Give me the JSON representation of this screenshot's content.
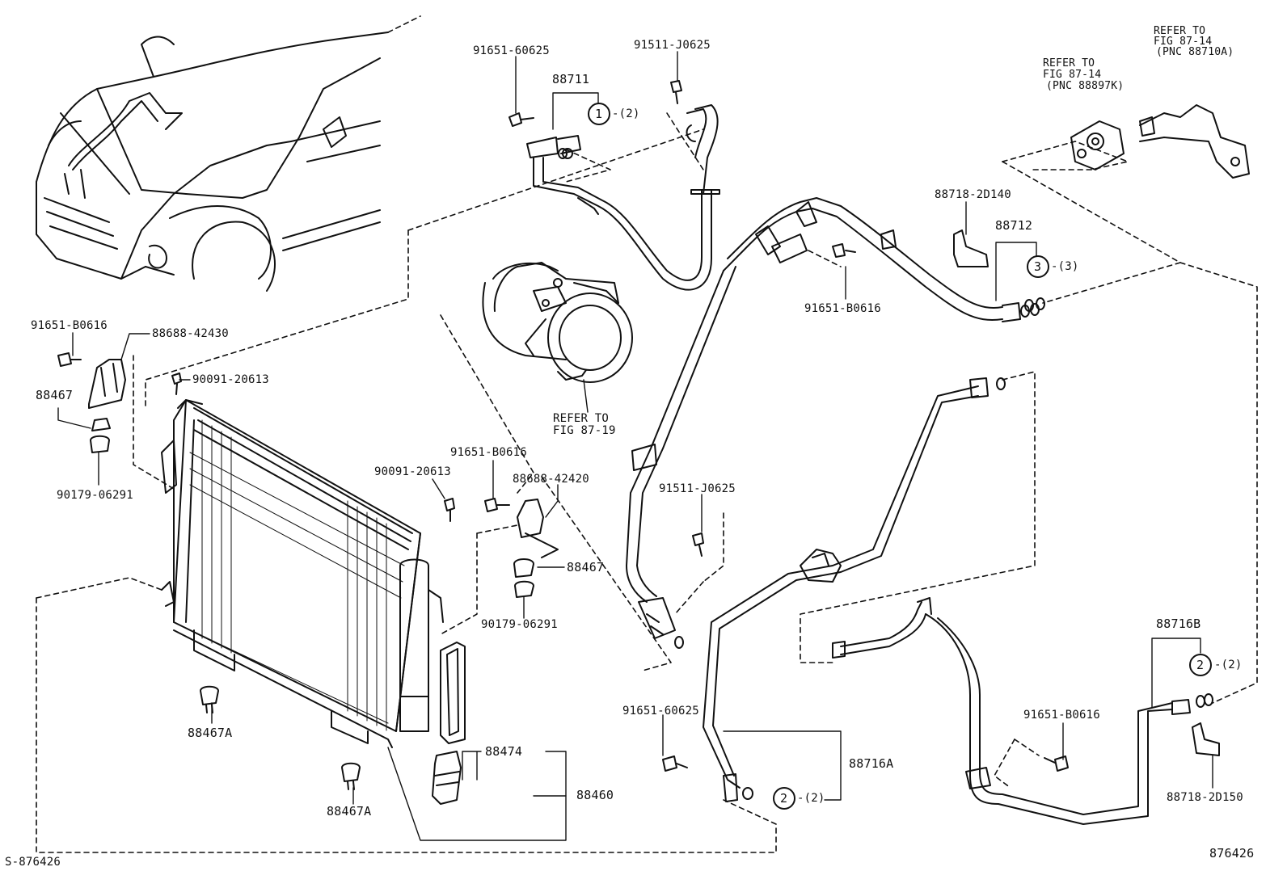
{
  "diagram": {
    "drawing_number": "876426",
    "sheet_code": "S-876426",
    "parts": {
      "p_91651_60625_top": "91651-60625",
      "p_91511_J0625_top": "91511-J0625",
      "p_88711": "88711",
      "p_88711_qty": "-(2)",
      "p_88711_circle": "1",
      "p_refer_to_top_right": "REFER TO",
      "p_fig_87_14_top_right": "FIG 87-14",
      "p_pnc_88710A": "(PNC 88710A)",
      "p_refer_to_mid_right": "REFER TO",
      "p_fig_87_14_mid_right": "FIG 87-14",
      "p_pnc_88897K": "(PNC 88897K)",
      "p_88718_2D140": "88718-2D140",
      "p_88712": "88712",
      "p_88712_circle": "3",
      "p_88712_qty": "-(3)",
      "p_91651_B0616_mid": "91651-B0616",
      "p_91651_B0616_left": "91651-B0616",
      "p_88688_42430": "88688-42430",
      "p_90091_20613_left": "90091-20613",
      "p_88467_left": "88467",
      "p_90179_06291_left": "90179-06291",
      "p_refer_to_bottom": "REFER TO",
      "p_fig_87_19": "FIG 87-19",
      "p_91651_B0616_center": "91651-B0616",
      "p_90091_20613_center": "90091-20613",
      "p_88688_42420": "88688-42420",
      "p_91511_J0625_mid": "91511-J0625",
      "p_88467_center": "88467",
      "p_90179_06291_center": "90179-06291",
      "p_88467A_upper": "88467A",
      "p_88467A_lower": "88467A",
      "p_88474": "88474",
      "p_88460": "88460",
      "p_91651_60625_bottom": "91651-60625",
      "p_88716A": "88716A",
      "p_88716A_circle": "2",
      "p_88716A_qty": "-(2)",
      "p_88716B": "88716B",
      "p_88716B_circle": "2",
      "p_88716B_qty": "-(2)",
      "p_91651_B0616_bottom": "91651-B0616",
      "p_88718_2D150": "88718-2D150"
    },
    "colors": {
      "ink": "#111111",
      "paper": "#ffffff"
    }
  }
}
